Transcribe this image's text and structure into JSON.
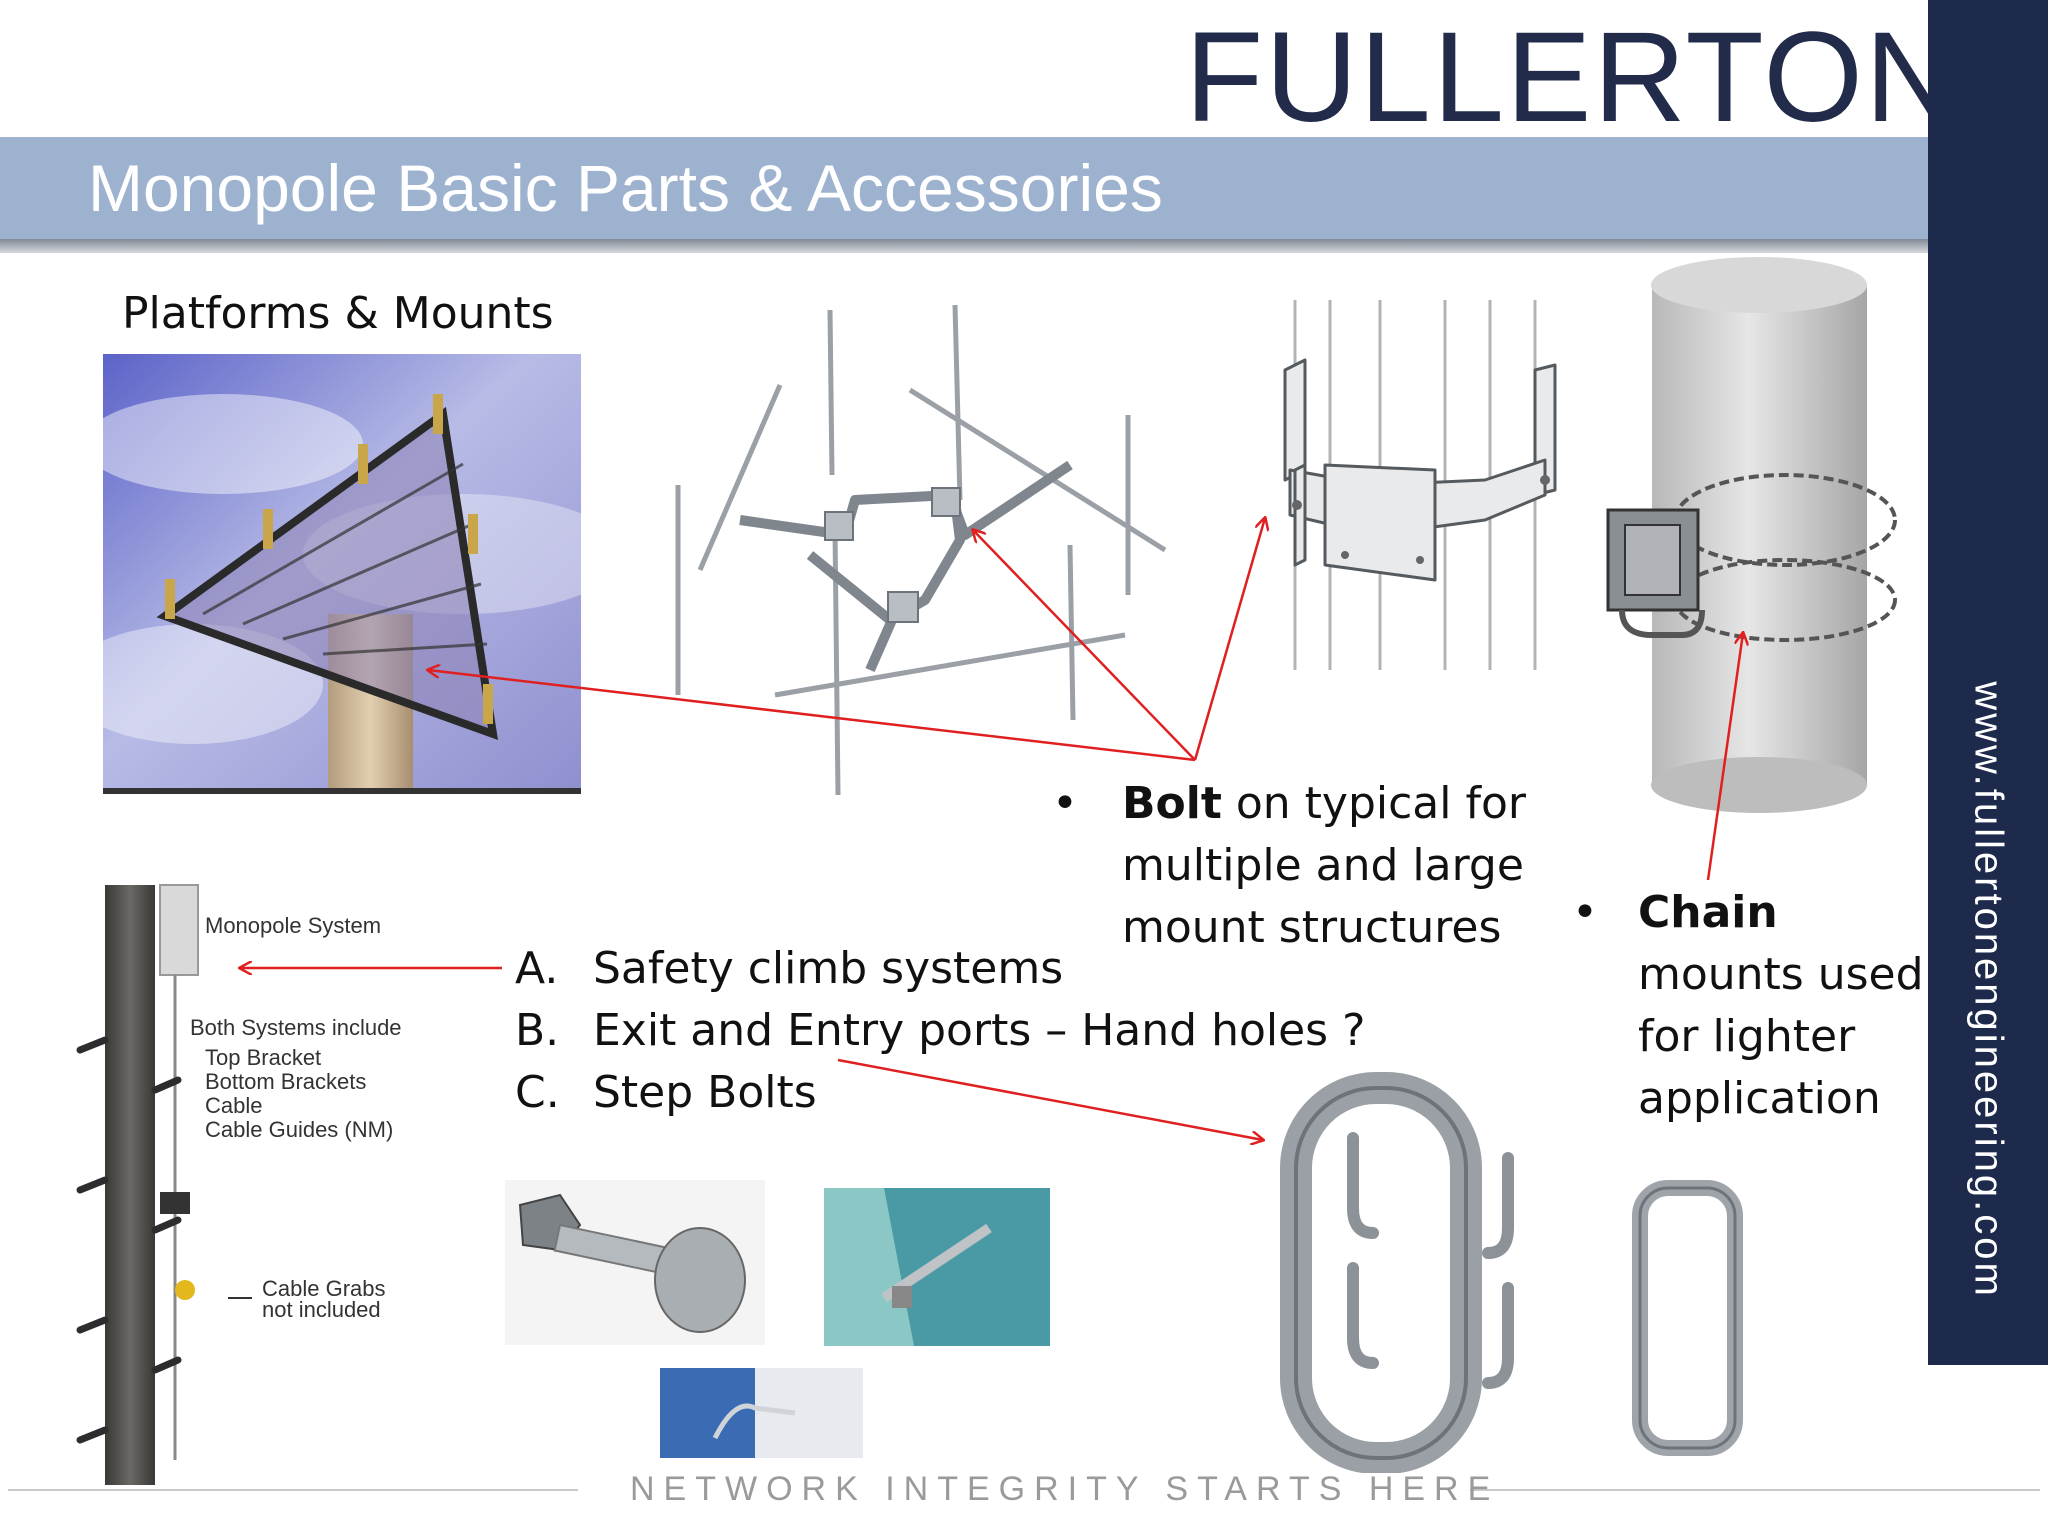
{
  "header": {
    "logo_text": "FULLERTON",
    "title": "Monopole Basic Parts & Accessories"
  },
  "sidebar": {
    "url": "www.fullertonengineering.com"
  },
  "platforms_section": {
    "heading": "Platforms  &  Mounts"
  },
  "bolt_note": {
    "bullet": "•",
    "bold": "Bolt",
    "text": " on typical for multiple and large mount structures"
  },
  "chain_note": {
    "bullet": "•",
    "bold": "Chain",
    "text": "mounts used for lighter application"
  },
  "accessories": [
    {
      "letter": "A.",
      "text": "Safety climb systems"
    },
    {
      "letter": "B.",
      "text": "Exit and Entry ports – Hand holes ?"
    },
    {
      "letter": "C.",
      "text": "Step Bolts"
    }
  ],
  "safety_climb_figure": {
    "title": "Monopole System",
    "includes_heading": "Both Systems include",
    "includes": [
      "Top Bracket",
      "Bottom Brackets",
      "Cable",
      "Cable Guides (NM)"
    ],
    "note_line1": "Cable Grabs",
    "note_line2": "not included"
  },
  "footer": {
    "tagline": "NETWORK INTEGRITY STARTS HERE"
  },
  "colors": {
    "brand_navy": "#1d2a4c",
    "title_bar": "#9db2cf",
    "arrow_red": "#e02020"
  }
}
